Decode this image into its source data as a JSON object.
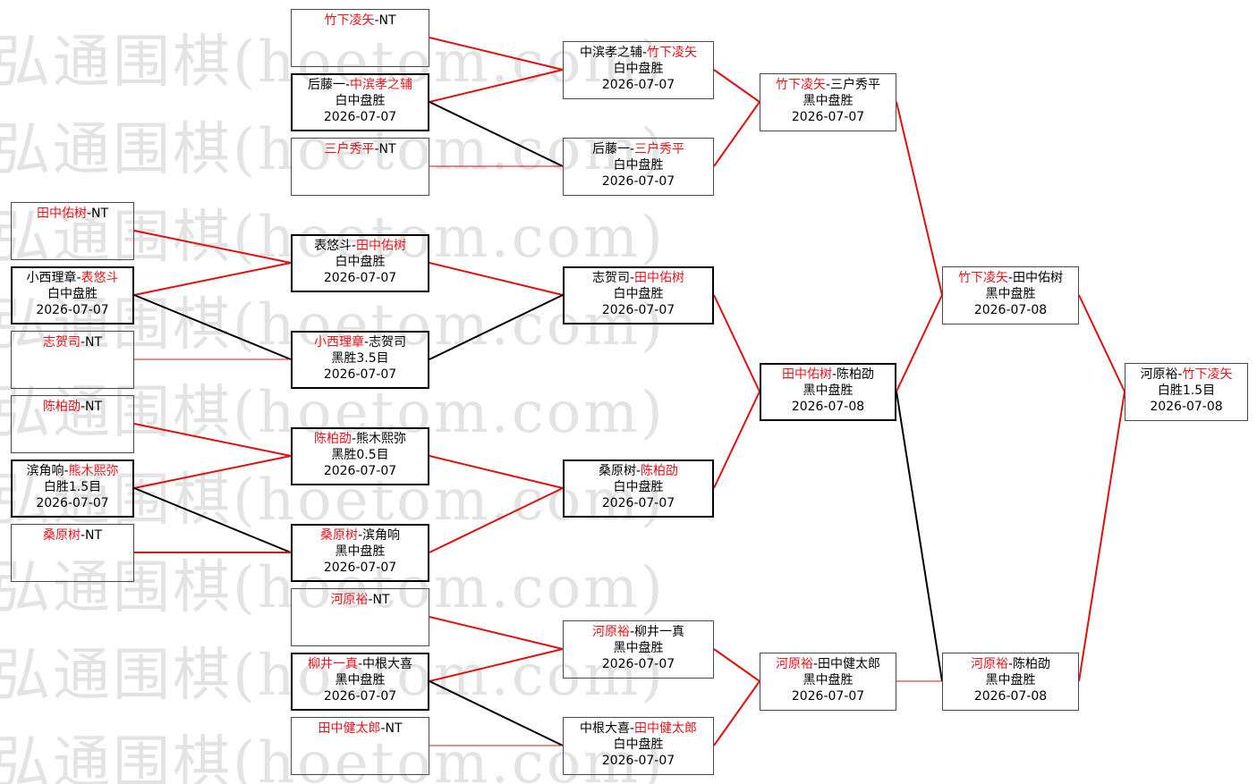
{
  "watermark": "弘通围棋(hoetom.com)",
  "colors": {
    "winner": "#e8141c",
    "text": "#000000",
    "line_win": "#e01010",
    "line_loss": "#000000"
  },
  "matches": {
    "m1": {
      "p1": "竹下凌矢",
      "sep": "-",
      "p2": "NT",
      "w": 1
    },
    "m2": {
      "p1": "后藤一",
      "sep": "-",
      "p2": "中滨孝之辅",
      "w": 2,
      "result": "白中盘胜",
      "date": "2026-07-07"
    },
    "m3": {
      "p1": "三户秀平",
      "sep": "-",
      "p2": "NT",
      "w": 1
    },
    "m4": {
      "p1": "中滨孝之辅",
      "sep": "-",
      "p2": "竹下凌矢",
      "w": 2,
      "result": "白中盘胜",
      "date": "2026-07-07"
    },
    "m5": {
      "p1": "后藤一",
      "sep": "-",
      "p2": "三户秀平",
      "w": 2,
      "result": "白中盘胜",
      "date": "2026-07-07"
    },
    "m6": {
      "p1": "竹下凌矢",
      "sep": "-",
      "p2": "三户秀平",
      "w": 1,
      "result": "黑中盘胜",
      "date": "2026-07-07"
    },
    "m7": {
      "p1": "田中佑树",
      "sep": "-",
      "p2": "NT",
      "w": 1
    },
    "m8": {
      "p1": "小西理章",
      "sep": "-",
      "p2": "表悠斗",
      "w": 2,
      "result": "白中盘胜",
      "date": "2026-07-07"
    },
    "m9": {
      "p1": "志贺司",
      "sep": "-",
      "p2": "NT",
      "w": 1
    },
    "m10": {
      "p1": "表悠斗",
      "sep": "-",
      "p2": "田中佑树",
      "w": 2,
      "result": "白中盘胜",
      "date": "2026-07-07"
    },
    "m11": {
      "p1": "小西理章",
      "sep": "-",
      "p2": "志贺司",
      "w": 1,
      "result": "黑胜3.5目",
      "date": "2026-07-07"
    },
    "m12": {
      "p1": "志贺司",
      "sep": "-",
      "p2": "田中佑树",
      "w": 2,
      "result": "白中盘胜",
      "date": "2026-07-07"
    },
    "m13": {
      "p1": "陈柏劭",
      "sep": "-",
      "p2": "NT",
      "w": 1
    },
    "m14": {
      "p1": "滨角响",
      "sep": "-",
      "p2": "熊木熙弥",
      "w": 2,
      "result": "白胜1.5目",
      "date": "2026-07-07"
    },
    "m15": {
      "p1": "桑原树",
      "sep": "-",
      "p2": "NT",
      "w": 1
    },
    "m16": {
      "p1": "陈柏劭",
      "sep": "-",
      "p2": "熊木熙弥",
      "w": 1,
      "result": "黑胜0.5目",
      "date": "2026-07-07"
    },
    "m17": {
      "p1": "桑原树",
      "sep": "-",
      "p2": "滨角响",
      "w": 1,
      "result": "黑中盘胜",
      "date": "2026-07-07"
    },
    "m18": {
      "p1": "桑原树",
      "sep": "-",
      "p2": "陈柏劭",
      "w": 2,
      "result": "白中盘胜",
      "date": "2026-07-07"
    },
    "m19": {
      "p1": "田中佑树",
      "sep": "-",
      "p2": "陈柏劭",
      "w": 1,
      "result": "黑中盘胜",
      "date": "2026-07-08"
    },
    "m20": {
      "p1": "河原裕",
      "sep": "-",
      "p2": "NT",
      "w": 1
    },
    "m21": {
      "p1": "柳井一真",
      "sep": "-",
      "p2": "中根大喜",
      "w": 1,
      "result": "黑中盘胜",
      "date": "2026-07-07"
    },
    "m22": {
      "p1": "田中健太郎",
      "sep": "-",
      "p2": "NT",
      "w": 1
    },
    "m23": {
      "p1": "河原裕",
      "sep": "-",
      "p2": "柳井一真",
      "w": 1,
      "result": "黑中盘胜",
      "date": "2026-07-07"
    },
    "m24": {
      "p1": "中根大喜",
      "sep": "-",
      "p2": "田中健太郎",
      "w": 2,
      "result": "白中盘胜",
      "date": "2026-07-07"
    },
    "m25": {
      "p1": "河原裕",
      "sep": "-",
      "p2": "田中健太郎",
      "w": 1,
      "result": "黑中盘胜",
      "date": "2026-07-07"
    },
    "m26": {
      "p1": "竹下凌矢",
      "sep": "-",
      "p2": "田中佑树",
      "w": 1,
      "result": "黑中盘胜",
      "date": "2026-07-08"
    },
    "m27": {
      "p1": "河原裕",
      "sep": "-",
      "p2": "陈柏劭",
      "w": 1,
      "result": "黑中盘胜",
      "date": "2026-07-08"
    },
    "m28": {
      "p1": "河原裕",
      "sep": "-",
      "p2": "竹下凌矢",
      "w": 2,
      "result": "白胜1.5目",
      "date": "2026-07-08"
    }
  }
}
